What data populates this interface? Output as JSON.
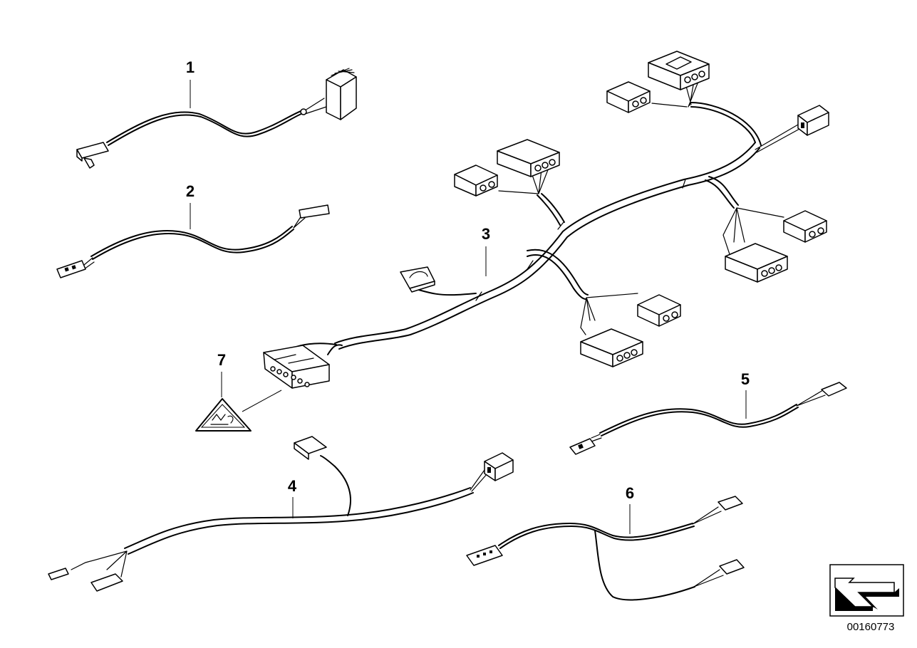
{
  "diagram": {
    "callouts": [
      "1",
      "2",
      "3",
      "4",
      "5",
      "6",
      "7"
    ],
    "reference_number": "00160773",
    "icons": {
      "warning_label": "warning-triangle-icon",
      "direction": "arrow-direction-icon"
    }
  }
}
